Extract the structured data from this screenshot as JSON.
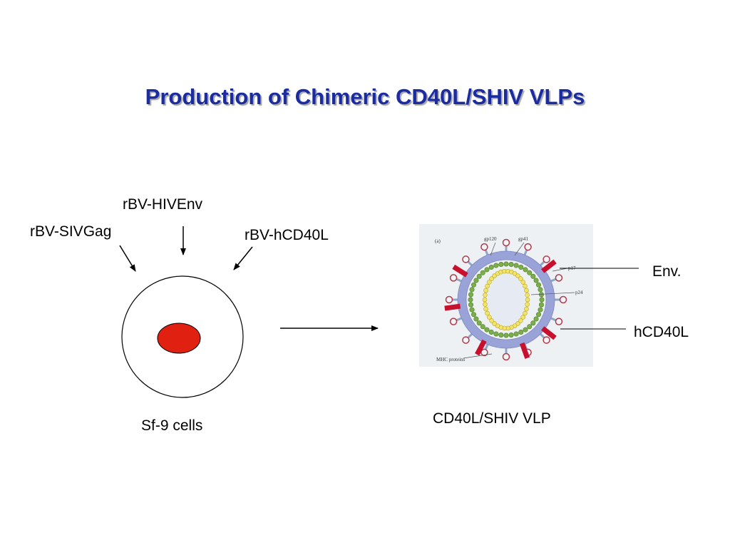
{
  "title": "Production of Chimeric CD40L/SHIV VLPs",
  "left": {
    "inputs": [
      "rBV-HIVEnv",
      "rBV-SIVGag",
      "rBV-hCD40L"
    ],
    "cell_label": "Sf-9 cells"
  },
  "right": {
    "vlp_label": "CD40L/SHIV VLP",
    "callouts": [
      "Env.",
      "hCD40L"
    ],
    "figure": {
      "panel_label": "(a)",
      "labels": [
        "gp120",
        "gp41",
        "p17",
        "p24",
        "MHC proteins"
      ]
    }
  },
  "colors": {
    "title": "#1a2ca0",
    "nucleus": "#e02010",
    "envelope": "#9aa3d8",
    "cd40l": "#c8102e"
  }
}
